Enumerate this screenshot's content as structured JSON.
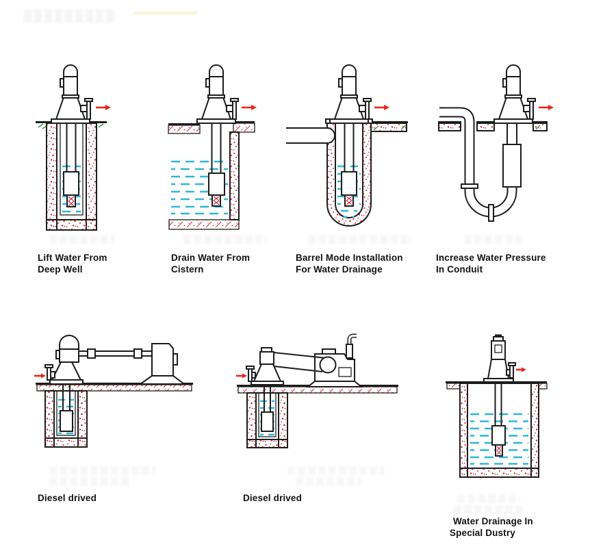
{
  "figures": [
    {
      "name": "lift-water-deep-well",
      "caption": [
        "Lift Water From",
        "Deep Well"
      ]
    },
    {
      "name": "drain-water-cistern",
      "caption": [
        "Drain Water From",
        "Cistern"
      ]
    },
    {
      "name": "barrel-mode-installation",
      "caption": [
        "Barrel Mode Installation",
        "For Water Drainage"
      ]
    },
    {
      "name": "increase-water-pressure",
      "caption": [
        "Increase Water Pressure",
        "In Conduit"
      ]
    },
    {
      "name": "diesel-driven-shaft",
      "caption": [
        "Diesel drived"
      ]
    },
    {
      "name": "diesel-driven-belt",
      "caption": [
        "Diesel drived"
      ]
    },
    {
      "name": "special-industry-drainage",
      "caption": [
        "Water Drainage In",
        "Special Dustry"
      ]
    }
  ],
  "colors": {
    "background": "#ffffff",
    "line": "#1c1c1c",
    "water": "#2fb6d8",
    "flow_arrow": "#e8271c",
    "wall_speckle": "#cb2a3e",
    "ground_accent": "#2e9e44"
  }
}
